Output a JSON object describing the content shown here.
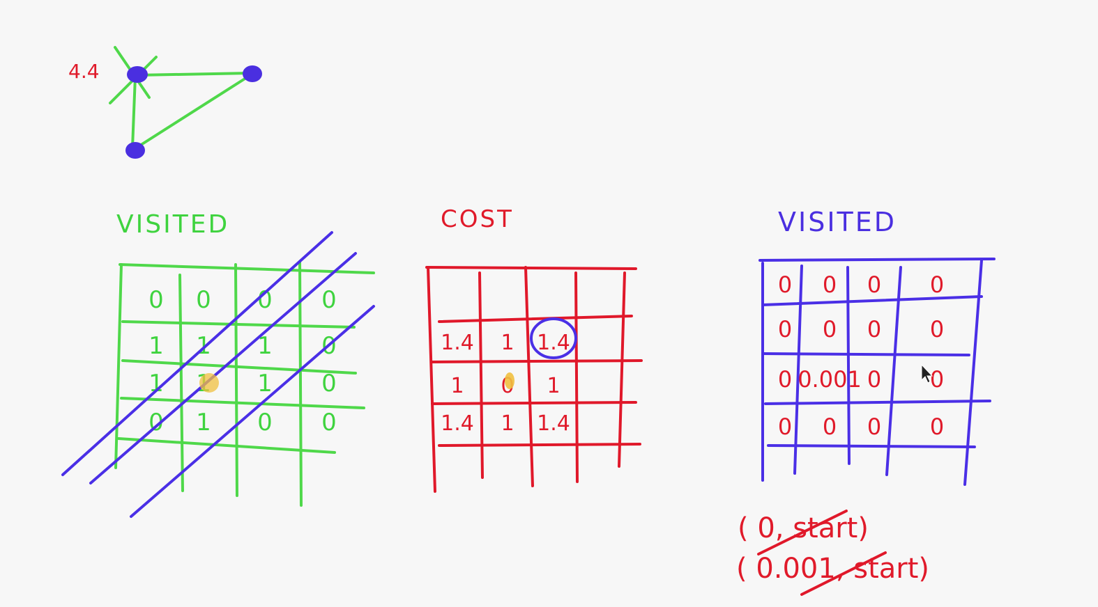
{
  "graph": {
    "node_label": "4.4",
    "colors": {
      "edge": "#4fd84a",
      "node": "#4a2fe0",
      "label": "#e01a2a"
    }
  },
  "grid_visited_left": {
    "title": "VISITED",
    "color": "#4fd84a",
    "rows": [
      [
        "0",
        "0",
        "0",
        "0"
      ],
      [
        "1",
        "1",
        "1",
        "0"
      ],
      [
        "1",
        "1",
        "1",
        "0"
      ],
      [
        "0",
        "1",
        "0",
        "0"
      ]
    ]
  },
  "grid_cost": {
    "title": "COST",
    "color": "#e0182a",
    "rows": [
      [
        "",
        "",
        "",
        ""
      ],
      [
        "1.4",
        "1",
        "1.4",
        ""
      ],
      [
        "1",
        "0",
        "1",
        ""
      ],
      [
        "1.4",
        "1",
        "1.4",
        ""
      ]
    ]
  },
  "grid_visited_right": {
    "title": "VISITED",
    "color": "#4a2fe6",
    "rows": [
      [
        "0",
        "0",
        "0",
        "0"
      ],
      [
        "0",
        "0",
        "0",
        "0"
      ],
      [
        "0",
        "0.001",
        "0",
        "0"
      ],
      [
        "0",
        "0",
        "0",
        "0"
      ]
    ]
  },
  "notes": {
    "line1": "( 0, start)",
    "line2": "( 0.001, start)"
  }
}
